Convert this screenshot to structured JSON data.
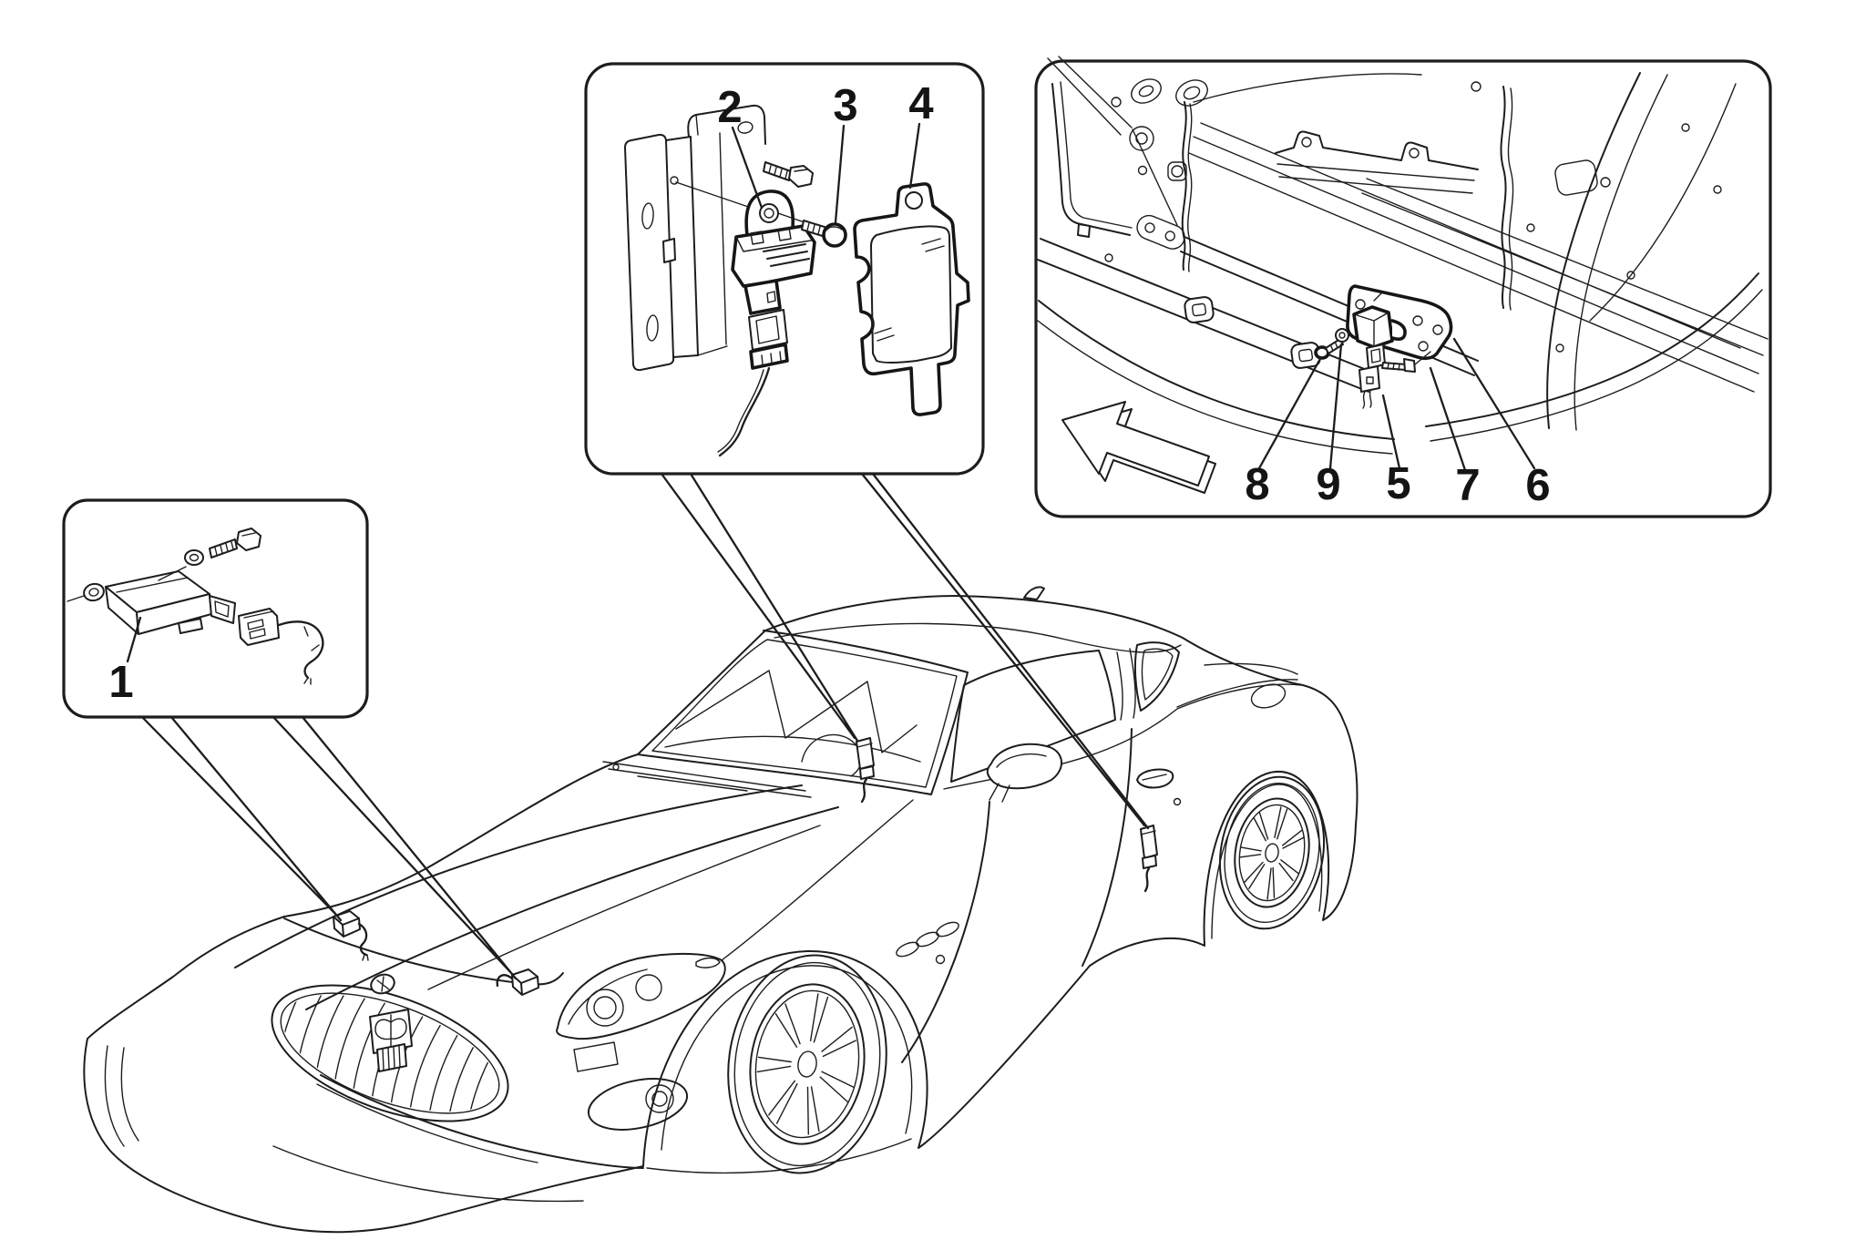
{
  "figure": {
    "kind": "exploded-parts-line-diagram",
    "subject": "coupe crash sensors and mounting hardware",
    "background_color": "#ffffff",
    "line_color": "#1d1d1d",
    "part_labels": {
      "p1": "1",
      "p2": "2",
      "p3": "3",
      "p4": "4",
      "p5": "5",
      "p6": "6",
      "p7": "7",
      "p8": "8",
      "p9": "9"
    },
    "callouts": [
      {
        "name": "front-sensor-detail",
        "visible_labels": [
          "1"
        ]
      },
      {
        "name": "bracket-sensor-detail",
        "visible_labels": [
          "2",
          "3",
          "4"
        ]
      },
      {
        "name": "door-sensor-detail",
        "visible_labels": [
          "8",
          "9",
          "5",
          "7",
          "6"
        ]
      }
    ],
    "arrow_direction": "left"
  }
}
